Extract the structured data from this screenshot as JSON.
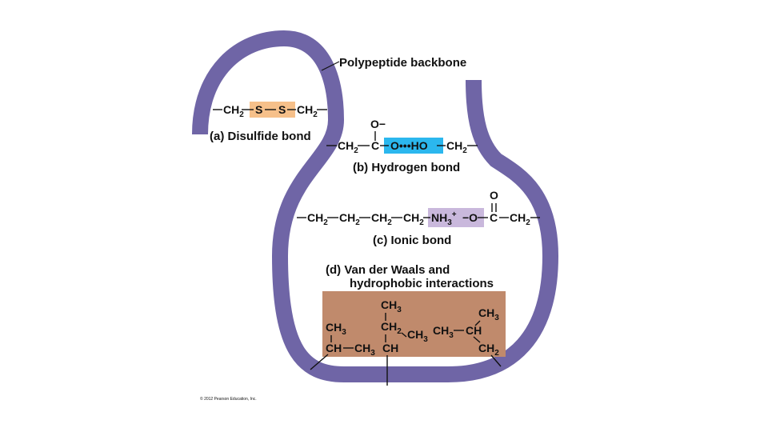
{
  "colors": {
    "backbone": "#6f65a6",
    "disulfide_highlight": "#f6c08a",
    "hydrogen_highlight": "#2bb7ee",
    "ionic_highlight": "#c9b8dc",
    "hydrophobic_region": "#c08a6c"
  },
  "labels": {
    "backbone": "Polypeptide backbone",
    "disulfide_letter": "(a)",
    "disulfide": "Disulfide bond",
    "hydrogen_letter": "(b)",
    "hydrogen": "Hydrogen bond",
    "ionic_letter": "(c)",
    "ionic": "Ionic bond",
    "vdw_letter": "(d)",
    "vdw_line1": "Van der Waals and",
    "vdw_line2": "hydrophobic interactions"
  },
  "chem": {
    "ch": "CH",
    "two": "2",
    "three": "3",
    "s": "S",
    "c": "C",
    "o": "O",
    "o_minus_top": "O−",
    "h_bond": "O•••HO",
    "nh": "NH",
    "nh_charge": "+",
    "minus_o": "−O"
  },
  "credit": "© 2012 Pearson Education, Inc."
}
